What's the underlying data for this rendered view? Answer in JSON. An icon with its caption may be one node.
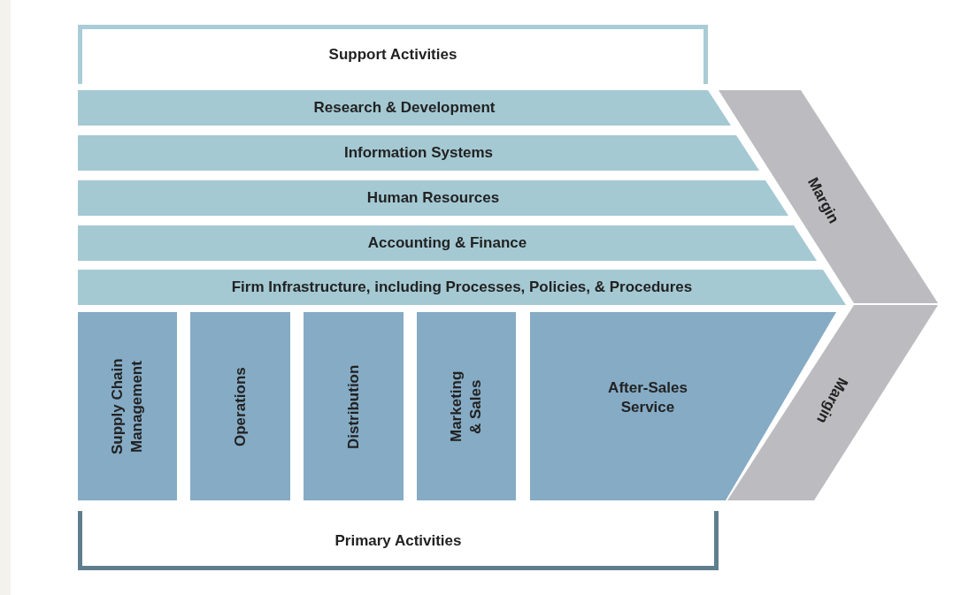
{
  "diagram": {
    "nodes": [
      {
        "text": [
          "Support Activities"
        ]
      },
      {
        "text": [
          "Research & Development"
        ]
      },
      {
        "text": [
          "Information Systems"
        ]
      },
      {
        "text": [
          "Human Resources"
        ]
      },
      {
        "text": [
          "Accounting & Finance"
        ]
      },
      {
        "text": [
          "Firm Infrastructure, including Processes, Policies, & Procedures"
        ]
      },
      {
        "text": [
          "Supply Chain Management"
        ]
      },
      {
        "text": [
          "Operations"
        ]
      },
      {
        "text": [
          "Distribution"
        ]
      },
      {
        "text": [
          "Marketing & Sales"
        ]
      },
      {
        "text": [
          "After-Sales Service"
        ]
      },
      {
        "text": [
          "Margin"
        ]
      },
      {
        "text": [
          "Margin"
        ]
      },
      {
        "text": [
          "Primary Activities"
        ]
      }
    ],
    "edges": []
  }
}
